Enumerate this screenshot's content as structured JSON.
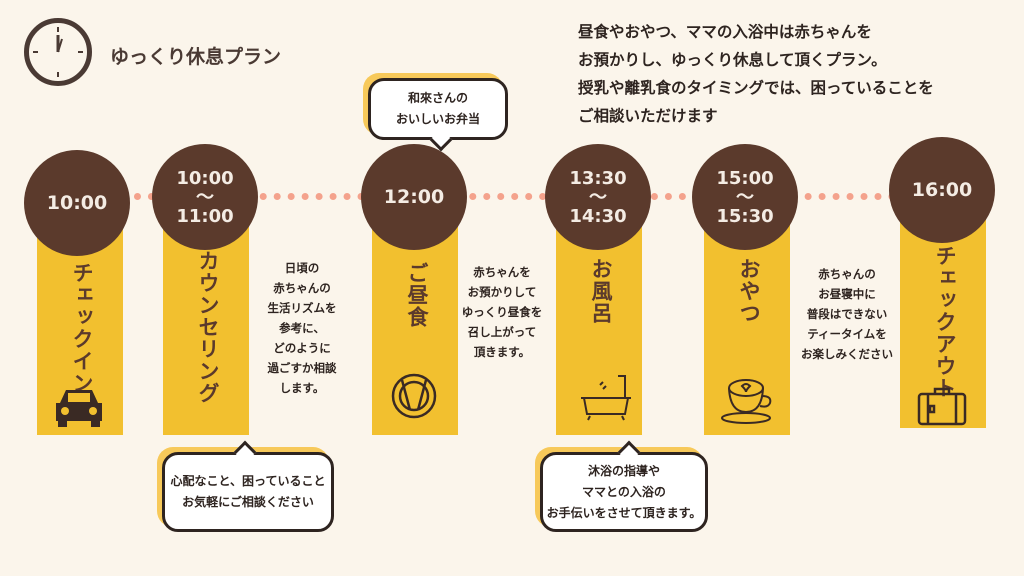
{
  "header": {
    "title": "ゆっくり休息プラン",
    "description": [
      "昼食やおやつ、ママの入浴中は赤ちゃんを",
      "お預かりし、ゆっくり休息して頂くプラン。",
      "授乳や離乳食のタイミングでは、困っていることを",
      "ご相談いただけます"
    ]
  },
  "steps": [
    {
      "time": [
        "10:00"
      ],
      "label": "チェックイン",
      "icon": "car-icon"
    },
    {
      "time": [
        "10:00",
        "〜",
        "11:00"
      ],
      "label": "カウンセリング",
      "description": [
        "日頃の",
        "赤ちゃんの",
        "生活リズムを",
        "参考に、",
        "どのように",
        "過ごすか相談",
        "します。"
      ],
      "bubble": [
        "心配なこと、困っていること",
        "お気軽にご相談ください"
      ]
    },
    {
      "time": [
        "12:00"
      ],
      "label": "ご昼食",
      "icon": "plate-icon",
      "description": [
        "赤ちゃんを",
        "お預かりして",
        "ゆっくり昼食を",
        "召し上がって",
        "頂きます。"
      ],
      "bubble": [
        "和來さんの",
        "おいしいお弁当"
      ]
    },
    {
      "time": [
        "13:30",
        "〜",
        "14:30"
      ],
      "label": "お風呂",
      "icon": "bathtub-icon",
      "bubble": [
        "沐浴の指導や",
        "ママとの入浴の",
        "お手伝いをさせて頂きます。"
      ]
    },
    {
      "time": [
        "15:00",
        "〜",
        "15:30"
      ],
      "label": "おやつ",
      "icon": "coffee-icon",
      "description": [
        "赤ちゃんの",
        "お昼寝中に",
        "普段はできない",
        "ティータイムを",
        "お楽しみください"
      ]
    },
    {
      "time": [
        "16:00"
      ],
      "label": "チェックアウト",
      "icon": "suitcase-icon"
    }
  ],
  "colors": {
    "background": "#fbf5eb",
    "brown": "#5b3a2c",
    "yellow": "#f2c02f",
    "dots": "#f4a28c"
  }
}
